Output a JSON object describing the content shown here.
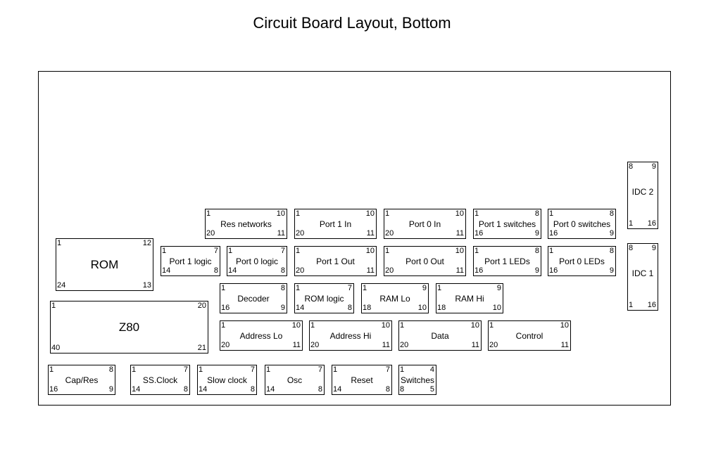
{
  "title": "Circuit Board Layout, Bottom",
  "chips": [
    {
      "id": "res-networks",
      "label": "Res networks",
      "pins": [
        "1",
        "10",
        "20",
        "11"
      ]
    },
    {
      "id": "port-1-in",
      "label": "Port 1 In",
      "pins": [
        "1",
        "10",
        "20",
        "11"
      ]
    },
    {
      "id": "port-0-in",
      "label": "Port 0 In",
      "pins": [
        "1",
        "10",
        "20",
        "11"
      ]
    },
    {
      "id": "port-1-switches",
      "label": "Port 1 switches",
      "pins": [
        "1",
        "8",
        "16",
        "9"
      ]
    },
    {
      "id": "port-0-switches",
      "label": "Port 0 switches",
      "pins": [
        "1",
        "8",
        "16",
        "9"
      ]
    },
    {
      "id": "rom",
      "label": "ROM",
      "pins": [
        "1",
        "12",
        "24",
        "13"
      ]
    },
    {
      "id": "port-1-logic",
      "label": "Port 1 logic",
      "pins": [
        "1",
        "7",
        "14",
        "8"
      ]
    },
    {
      "id": "port-0-logic",
      "label": "Port 0 logic",
      "pins": [
        "1",
        "7",
        "14",
        "8"
      ]
    },
    {
      "id": "port-1-out",
      "label": "Port 1 Out",
      "pins": [
        "1",
        "10",
        "20",
        "11"
      ]
    },
    {
      "id": "port-0-out",
      "label": "Port 0 Out",
      "pins": [
        "1",
        "10",
        "20",
        "11"
      ]
    },
    {
      "id": "port-1-leds",
      "label": "Port 1 LEDs",
      "pins": [
        "1",
        "8",
        "16",
        "9"
      ]
    },
    {
      "id": "port-0-leds",
      "label": "Port 0 LEDs",
      "pins": [
        "1",
        "8",
        "16",
        "9"
      ]
    },
    {
      "id": "decoder",
      "label": "Decoder",
      "pins": [
        "1",
        "8",
        "16",
        "9"
      ]
    },
    {
      "id": "rom-logic",
      "label": "ROM logic",
      "pins": [
        "1",
        "7",
        "14",
        "8"
      ]
    },
    {
      "id": "ram-lo",
      "label": "RAM Lo",
      "pins": [
        "1",
        "9",
        "18",
        "10"
      ]
    },
    {
      "id": "ram-hi",
      "label": "RAM Hi",
      "pins": [
        "1",
        "9",
        "18",
        "10"
      ]
    },
    {
      "id": "z80",
      "label": "Z80",
      "pins": [
        "1",
        "20",
        "40",
        "21"
      ]
    },
    {
      "id": "address-lo",
      "label": "Address Lo",
      "pins": [
        "1",
        "10",
        "20",
        "11"
      ]
    },
    {
      "id": "address-hi",
      "label": "Address Hi",
      "pins": [
        "1",
        "10",
        "20",
        "11"
      ]
    },
    {
      "id": "data",
      "label": "Data",
      "pins": [
        "1",
        "10",
        "20",
        "11"
      ]
    },
    {
      "id": "control",
      "label": "Control",
      "pins": [
        "1",
        "10",
        "20",
        "11"
      ]
    },
    {
      "id": "cap-res",
      "label": "Cap/Res",
      "pins": [
        "1",
        "8",
        "16",
        "9"
      ]
    },
    {
      "id": "ss-clock",
      "label": "SS.Clock",
      "pins": [
        "1",
        "7",
        "14",
        "8"
      ]
    },
    {
      "id": "slow-clock",
      "label": "Slow clock",
      "pins": [
        "1",
        "7",
        "14",
        "8"
      ]
    },
    {
      "id": "osc",
      "label": "Osc",
      "pins": [
        "1",
        "7",
        "14",
        "8"
      ]
    },
    {
      "id": "reset",
      "label": "Reset",
      "pins": [
        "1",
        "7",
        "14",
        "8"
      ]
    },
    {
      "id": "switches",
      "label": "Switches",
      "pins": [
        "1",
        "4",
        "8",
        "5"
      ]
    },
    {
      "id": "idc-2",
      "label": "IDC 2",
      "pins": [
        "8",
        "9",
        "1",
        "16"
      ]
    },
    {
      "id": "idc-1",
      "label": "IDC 1",
      "pins": [
        "8",
        "9",
        "1",
        "16"
      ]
    }
  ]
}
